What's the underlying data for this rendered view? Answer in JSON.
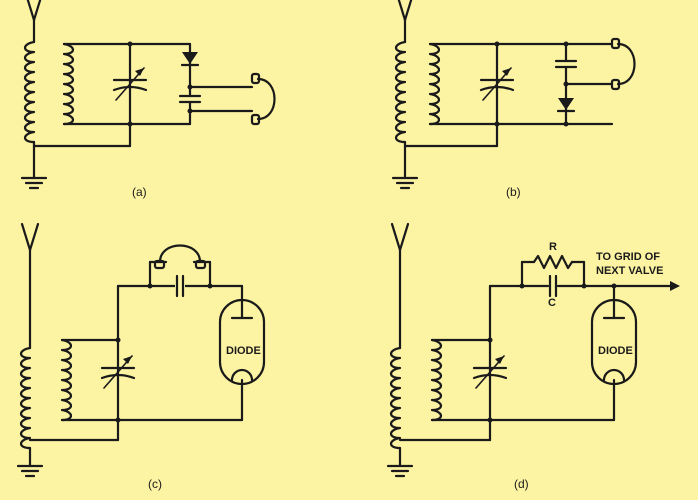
{
  "diagrams": {
    "a": {
      "caption": "(a)"
    },
    "b": {
      "caption": "(b)"
    },
    "c": {
      "caption": "(c)",
      "diode_label": "DIODE"
    },
    "d": {
      "caption": "(d)",
      "diode_label": "DIODE",
      "resistor_label": "R",
      "capacitor_label": "C",
      "output_label_line1": "TO GRID OF",
      "output_label_line2": "NEXT VALVE"
    }
  },
  "colors": {
    "background": "#fcf3a3",
    "ink": "#1a1a1a"
  }
}
